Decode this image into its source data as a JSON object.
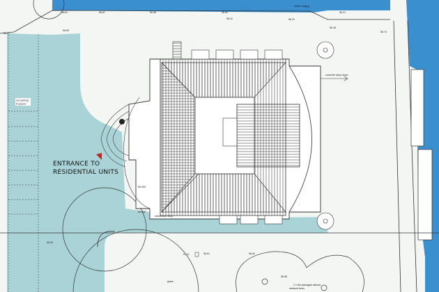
{
  "plan": {
    "entrance_label_line1": "ENTRANCE TO",
    "entrance_label_line2": "RESIDENTIAL UNITS",
    "parking_label_line1": "car parking",
    "parking_label_line2": "8 spaces",
    "ramp_down_label": "concrete ramp down",
    "wheelchair_ramp_label": "wheelchair ramp",
    "grass_label": "grass",
    "trees_label_line1": "2 x fire-damaged willows",
    "trees_label_line2": "retained trees",
    "river_label": "timber edging",
    "inspection_label": "IC CL",
    "levels": [
      "56.41",
      "56.61",
      "56.87",
      "56.58",
      "56.64",
      "56.41",
      "56.21",
      "56.31",
      "56.45",
      "56.74",
      "56.83",
      "56.050",
      "56.050",
      "56.61",
      "56.64",
      "56.88",
      "56.00"
    ]
  },
  "colors": {
    "water": "#3a8fcf",
    "paving": "#a9d3d6",
    "paper": "#f4f6f4",
    "line": "#333333",
    "entrance_marker": "#cc1f1f"
  }
}
